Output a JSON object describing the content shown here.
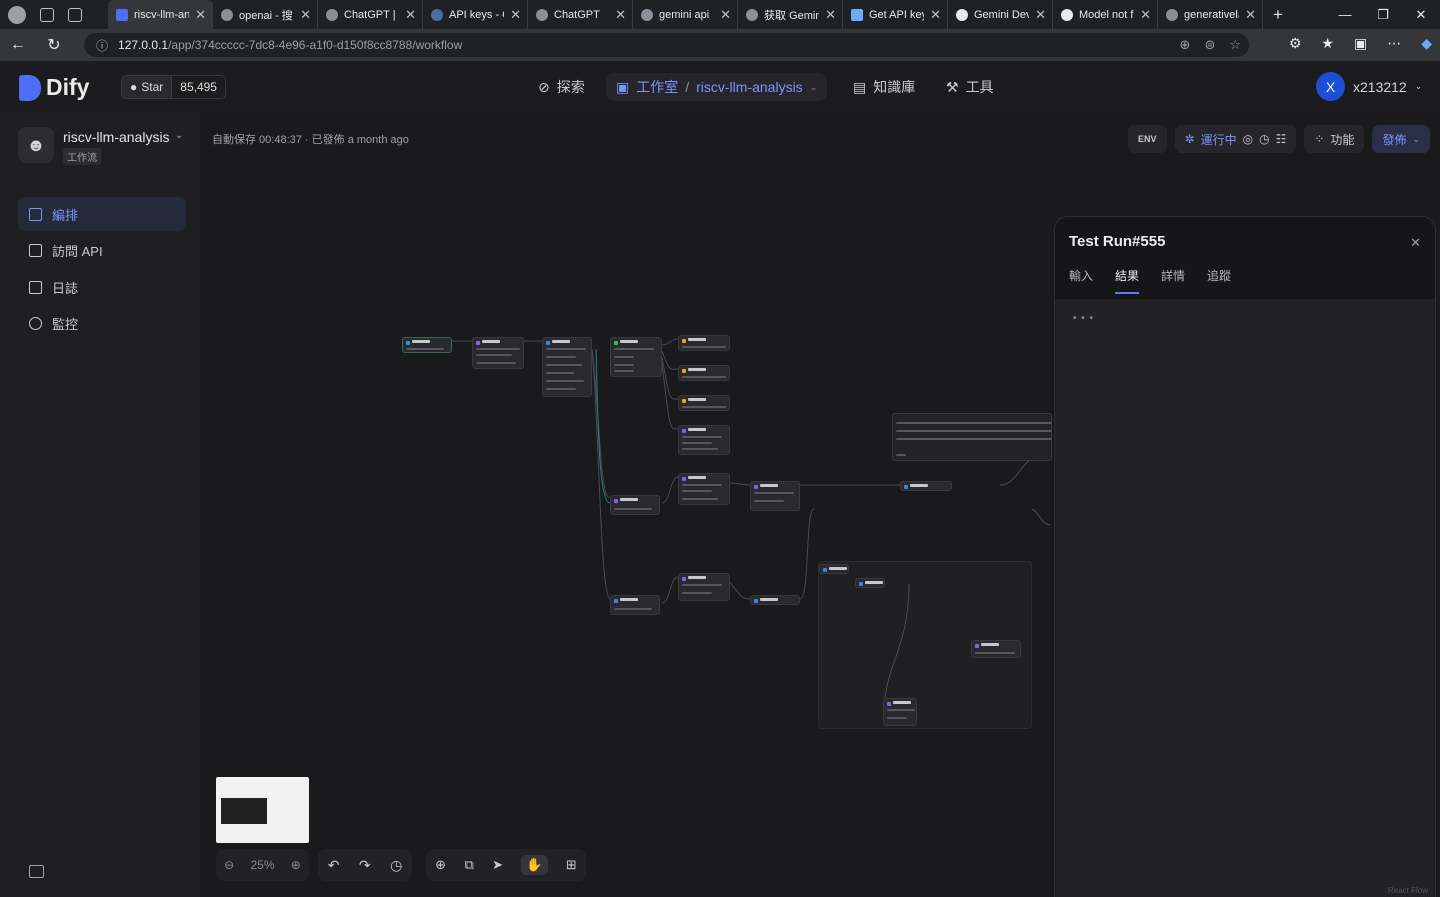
{
  "browser": {
    "tabs": [
      {
        "label": "riscv-llm-an",
        "active": true
      },
      {
        "label": "openai - 搜",
        "active": false
      },
      {
        "label": "ChatGPT | O",
        "active": false
      },
      {
        "label": "API keys - O",
        "active": false
      },
      {
        "label": "ChatGPT",
        "active": false
      },
      {
        "label": "gemini api",
        "active": false
      },
      {
        "label": "获取 Gemini",
        "active": false
      },
      {
        "label": "Get API key",
        "active": false
      },
      {
        "label": "Gemini Dev",
        "active": false
      },
      {
        "label": "Model not f",
        "active": false
      },
      {
        "label": "generativela",
        "active": false
      }
    ],
    "url_host": "127.0.0.1",
    "url_path": "/app/374ccccc-7dc8-4e96-a1f0-d150f8cc8788/workflow"
  },
  "topnav": {
    "logo": "Dify",
    "github_star": "Star",
    "github_count": "85,495",
    "explore": "探索",
    "studio": "工作室",
    "breadcrumb_sep": "/",
    "app_crumb": "riscv-llm-analysis",
    "knowledge": "知識庫",
    "tools": "工具",
    "user_initial": "X",
    "user_name": "x213212"
  },
  "sidebar": {
    "app_name": "riscv-llm-analysis",
    "app_type": "工作流",
    "items": [
      {
        "label": "編排",
        "active": true
      },
      {
        "label": "訪問 API",
        "active": false
      },
      {
        "label": "日誌",
        "active": false
      },
      {
        "label": "監控",
        "active": false
      }
    ]
  },
  "canvas": {
    "autosave": "自動保存 00:48:37 · 已發佈 a month ago",
    "toolbar": {
      "env": "ENV",
      "running": "運行中",
      "features": "功能",
      "publish": "發佈"
    },
    "zoom": "25%",
    "attribution": "React Flow"
  },
  "run_panel": {
    "title": "Test Run#555",
    "tabs": [
      {
        "label": "輸入",
        "active": false
      },
      {
        "label": "結果",
        "active": true
      },
      {
        "label": "詳情",
        "active": false
      },
      {
        "label": "追蹤",
        "active": false
      }
    ]
  },
  "colors": {
    "accent": "#7b93ff",
    "brand_blue": "#4f6ef7",
    "node_blue": "#3b82f6",
    "node_orange": "#f59e0b",
    "node_purple": "#8b5cf6",
    "node_green": "#22c55e"
  }
}
